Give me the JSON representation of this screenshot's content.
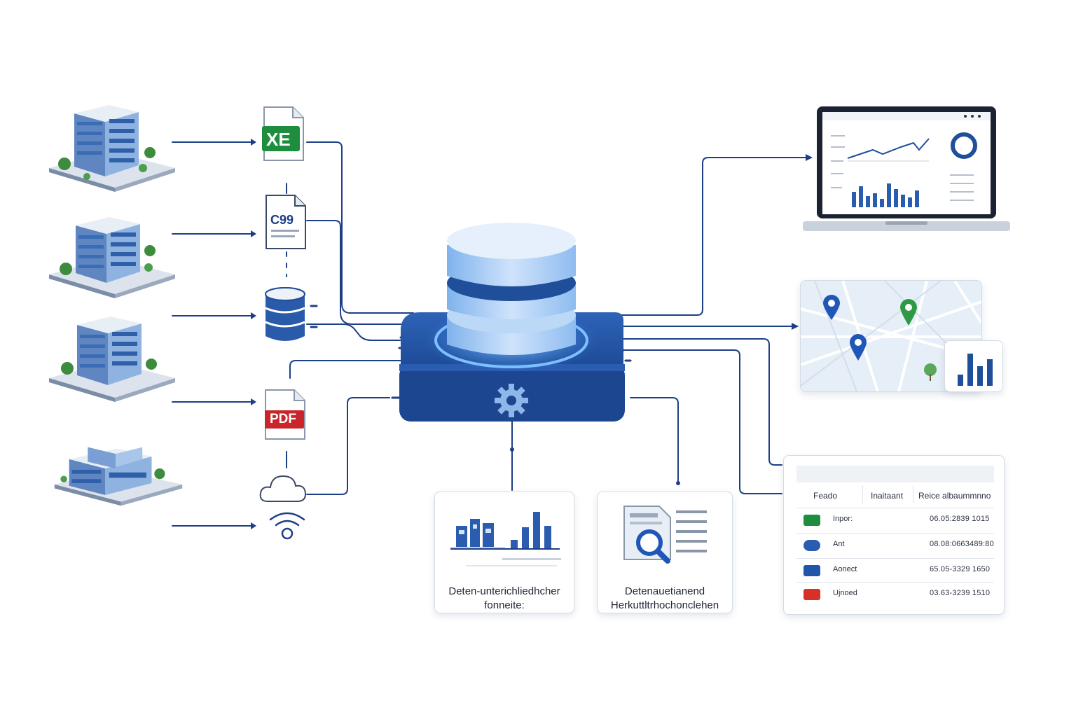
{
  "file_icons": {
    "excel_label": "XE",
    "csv_label": "C99",
    "pdf_label": "PDF"
  },
  "cards": {
    "formats_caption_line1": "Deten-unterichliedhcher",
    "formats_caption_line2": "fonneite:",
    "search_caption_line1": "Detenauetianend",
    "search_caption_line2": "Herkuttltrhochonclehen"
  },
  "import_table": {
    "headers": [
      "Feado",
      "Inaitaant",
      "Reice albaummnno"
    ],
    "rows": [
      {
        "name": "Inpor:",
        "date": "06.05:2839 1015",
        "icon_color": "#1e8e3e",
        "icon": "excel-icon"
      },
      {
        "name": "Ant",
        "date": "08.08:0663489:80",
        "icon_color": "#2a5db0",
        "icon": "cloud-icon"
      },
      {
        "name": "Aonect",
        "date": "65.05-3329 1650",
        "icon_color": "#1f56a8",
        "icon": "database-icon"
      },
      {
        "name": "Ujnoed",
        "date": "03.63-3239 1510",
        "icon_color": "#d93025",
        "icon": "pdf-icon"
      }
    ]
  },
  "colors": {
    "primary_blue": "#1f4e9a",
    "connector": "#1c3f86",
    "accent_light": "#6aaef0",
    "green": "#1e8e3e",
    "red": "#d93025"
  }
}
